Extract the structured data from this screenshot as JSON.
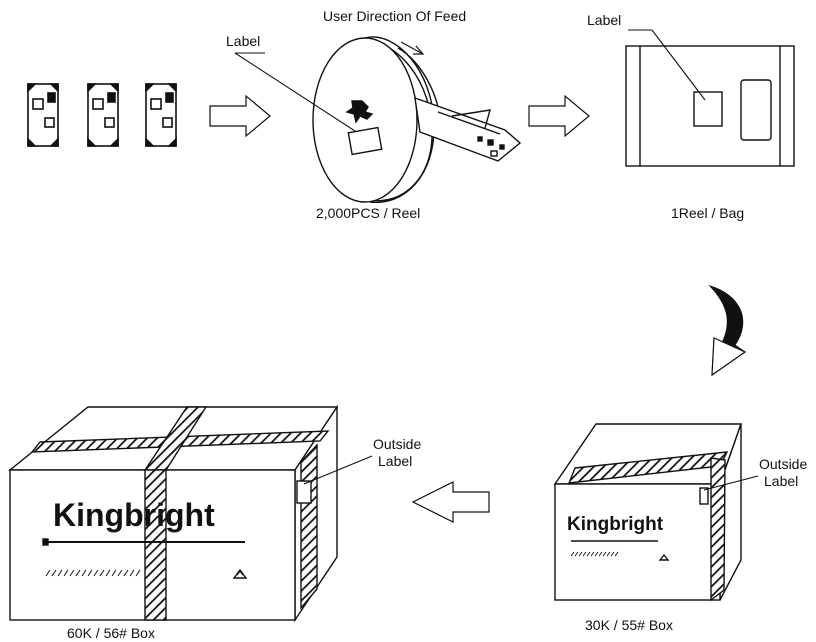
{
  "labels": {
    "feed_direction": "User Direction Of Feed",
    "reel_label": "Label",
    "bag_label": "Label",
    "reel_caption": "2,000PCS / Reel",
    "bag_caption": "1Reel / Bag",
    "small_box_outside_1": "Outside",
    "small_box_outside_2": "Label",
    "big_box_outside_1": "Outside",
    "big_box_outside_2": "Label",
    "small_box_brand": "Kingbright",
    "big_box_brand": "Kingbright",
    "small_box_caption": "30K / 55# Box",
    "big_box_caption": "60K / 56# Box"
  }
}
